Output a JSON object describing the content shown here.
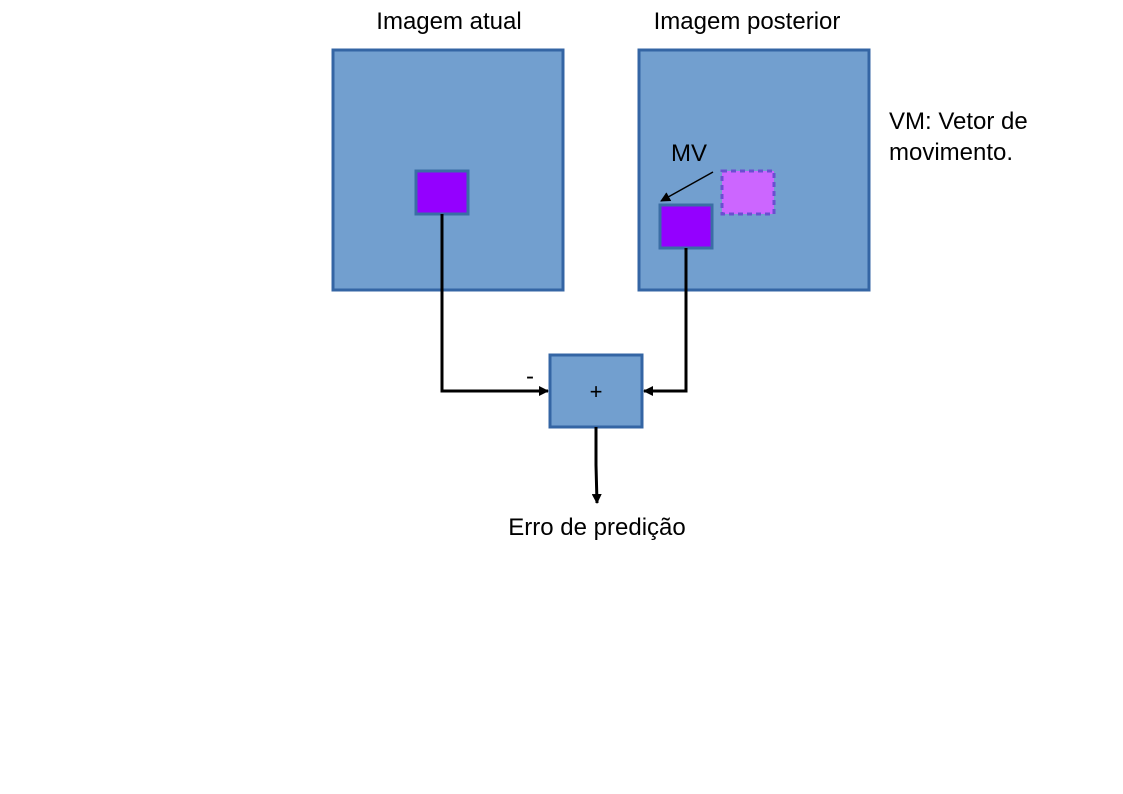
{
  "labels": {
    "current_image": "Imagem atual",
    "next_image": "Imagem posterior",
    "mv": "MV",
    "note_line1": "VM: Vetor de",
    "note_line2": "movimento.",
    "minus": "-",
    "plus": "+",
    "output": "Erro de predição"
  },
  "colors": {
    "frame_fill": "#729fcf",
    "frame_stroke": "#3465a4",
    "block_fill": "#9400ff",
    "block_stroke": "#3a6ea5",
    "ghost_fill": "#cc66ff",
    "ghost_stroke": "#6a4fd0",
    "line": "#000000"
  }
}
